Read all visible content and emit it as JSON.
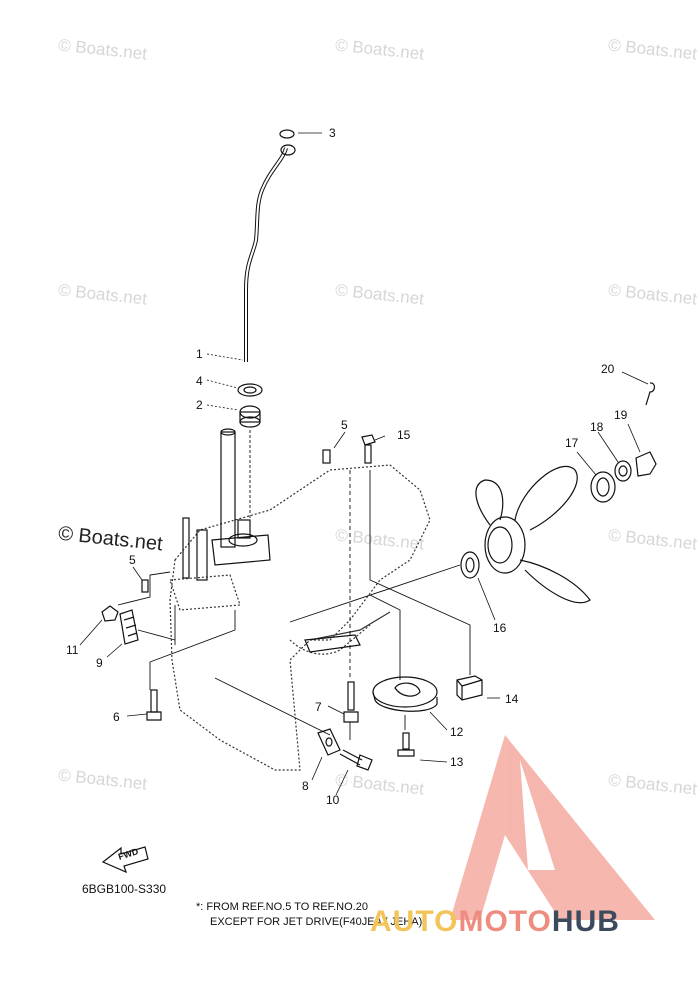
{
  "watermark": "© Boats.net",
  "watermark_prominent": "© Boats.net",
  "part_labels": [
    "1",
    "2",
    "3",
    "4",
    "5",
    "5",
    "6",
    "7",
    "8",
    "9",
    "10",
    "11",
    "12",
    "13",
    "14",
    "15",
    "16",
    "17",
    "18",
    "19",
    "20"
  ],
  "diagram_code": "6BGB100-S330",
  "fwd_label": "FWD",
  "note": {
    "line1": "*: FROM REF.NO.5 TO REF.NO.20",
    "line2": "EXCEPT FOR JET DRIVE(F40JEA / JEHA)"
  },
  "brand": {
    "part1": "AUTO",
    "part2": "MOTO",
    "part3": "HUB"
  },
  "colors": {
    "brand_yellow": "#f2c45a",
    "brand_red": "#ef8c80",
    "brand_dark": "#3b4b5c"
  }
}
